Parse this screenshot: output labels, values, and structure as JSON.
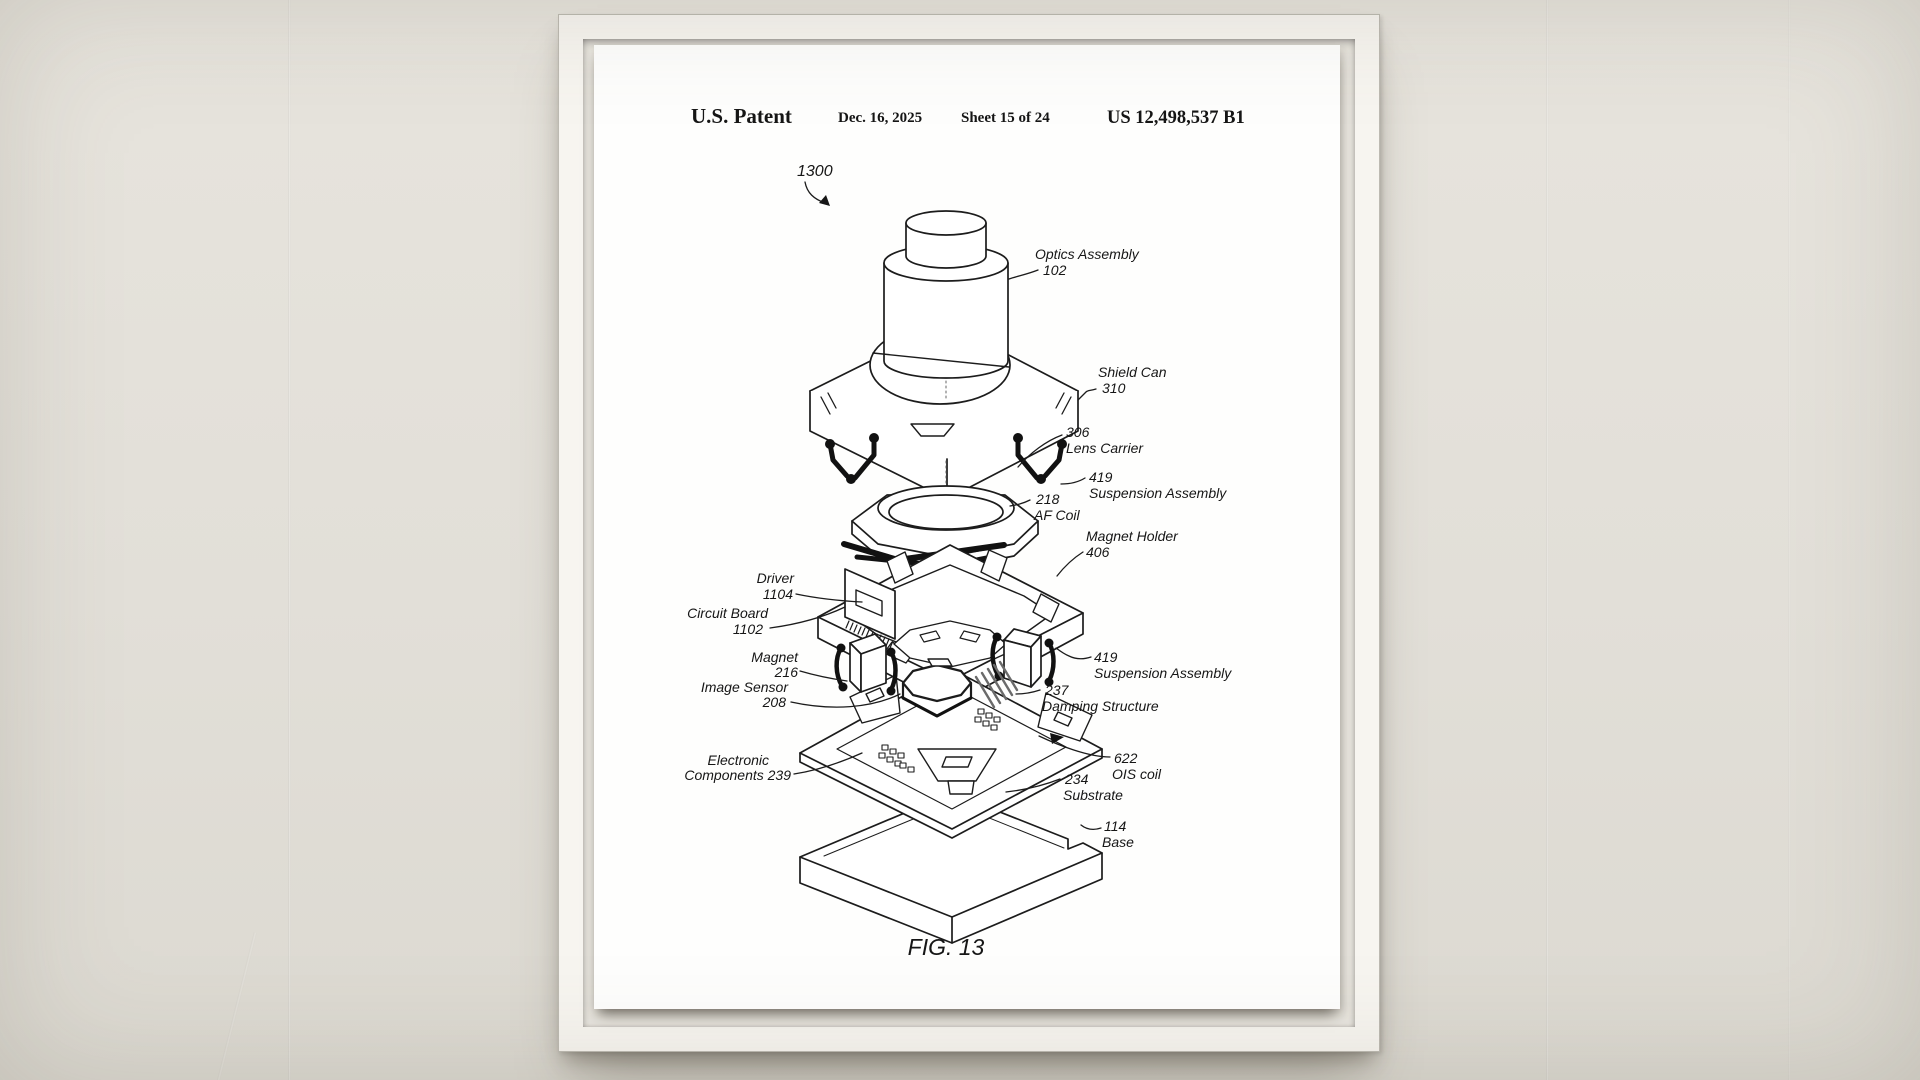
{
  "scene": {
    "wall_color": "#e2dfd8",
    "frame_color": "#f7f5f0",
    "mat_color": "#e9e6df",
    "paper_color": "#fefefd",
    "ink_color": "#161616"
  },
  "header": {
    "title": "U.S. Patent",
    "date": "Dec. 16, 2025",
    "sheet": "Sheet 15 of 24",
    "patent_number": "US 12,498,537 B1"
  },
  "figure": {
    "reference_number": "1300",
    "caption": "FIG. 13"
  },
  "labels": {
    "optics_assembly": {
      "line1": "Optics Assembly",
      "line2": "102"
    },
    "shield_can": {
      "line1": "Shield Can",
      "line2": "310"
    },
    "lens_carrier": {
      "line1": "306",
      "line2": "Lens Carrier"
    },
    "suspension_upper": {
      "line1": "419",
      "line2": "Suspension Assembly"
    },
    "af_coil": {
      "line1": "218",
      "line2": "AF Coil"
    },
    "magnet_holder": {
      "line1": "Magnet Holder",
      "line2": "406"
    },
    "driver": {
      "line1": "Driver",
      "line2": "1104"
    },
    "circuit_board": {
      "line1": "Circuit Board",
      "line2": "1102"
    },
    "magnet": {
      "line1": "Magnet",
      "line2": "216"
    },
    "image_sensor": {
      "line1": "Image Sensor",
      "line2": "208"
    },
    "suspension_lower": {
      "line1": "419",
      "line2": "Suspension Assembly"
    },
    "damping_structure": {
      "line1": "237",
      "line2": "Damping Structure"
    },
    "electronic_components": {
      "line1": "Electronic",
      "line2": "Components 239"
    },
    "ois_coil": {
      "line1": "622",
      "line2": "OIS coil"
    },
    "substrate": {
      "line1": "234",
      "line2": "Substrate"
    },
    "base": {
      "line1": "114",
      "line2": "Base"
    }
  }
}
